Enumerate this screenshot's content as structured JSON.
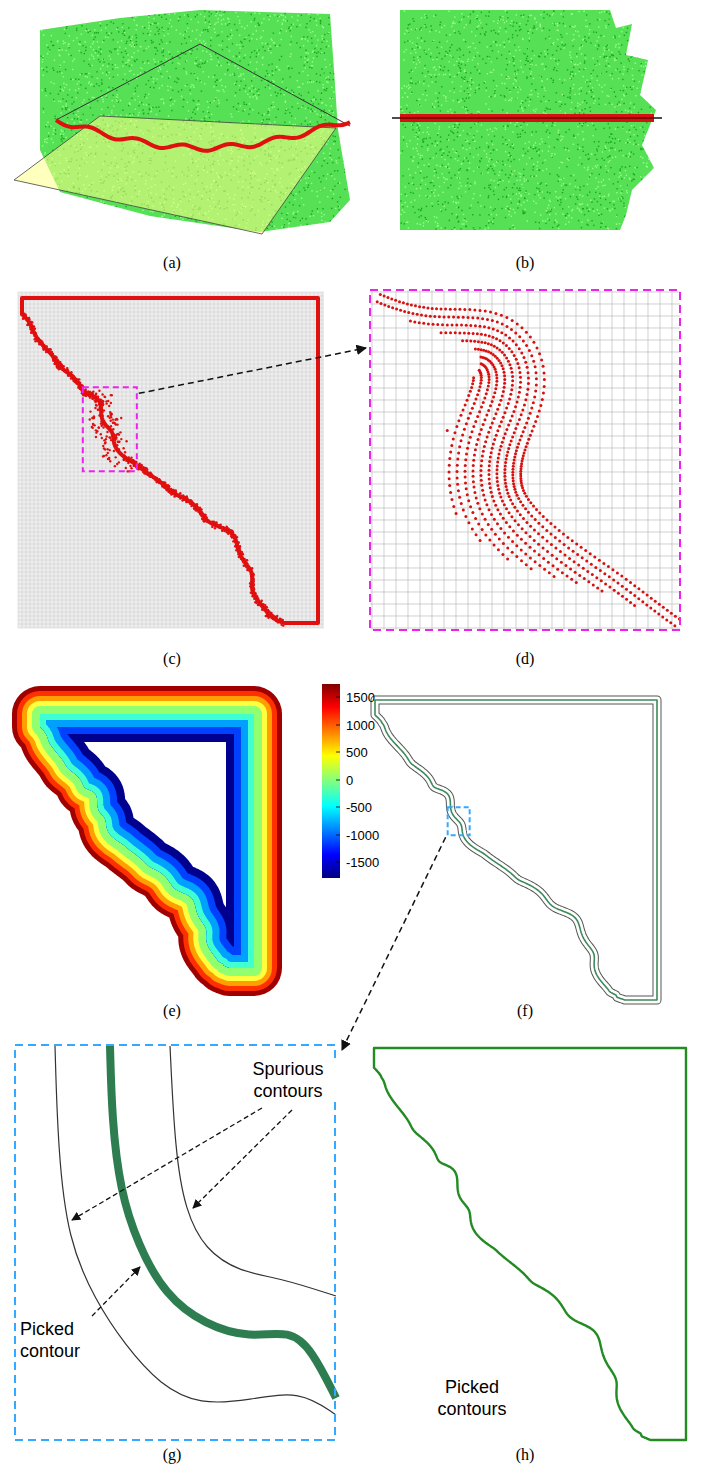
{
  "diagram": {
    "labels": [
      "(a)",
      "(b)",
      "(c)",
      "(d)",
      "1500",
      "1000",
      "500",
      "0",
      "-500",
      "-1000",
      "-1500",
      "(e)",
      "(f)",
      "Spurious contours",
      "Picked contour",
      "(g)",
      "Picked contours",
      "(h)"
    ]
  }
}
